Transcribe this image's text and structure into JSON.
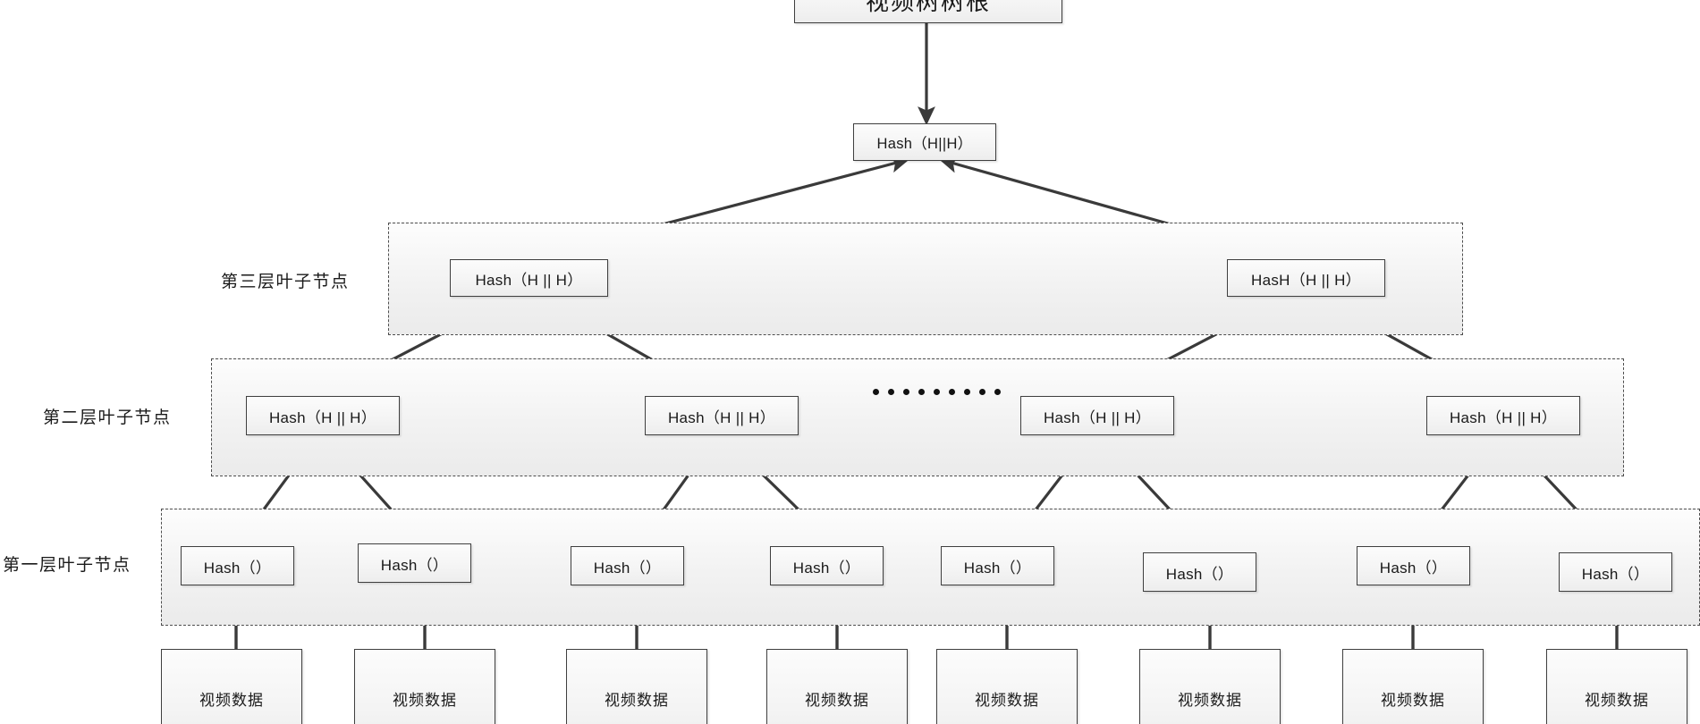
{
  "diagram": {
    "title_text": "视频树树根",
    "root": {
      "label": "视频树树根"
    },
    "top_hash": {
      "label": "Hash（H||H）"
    },
    "layer_labels": {
      "layer3": "第三层叶子节点",
      "layer2": "第二层叶子节点",
      "layer1": "第一层叶子节点"
    },
    "ellipsis": {
      "dot_count": 9,
      "glyph": "·········"
    },
    "layer3_nodes": [
      {
        "label": "Hash（H || H）"
      },
      {
        "label": "HasH（H || H）"
      }
    ],
    "layer2_nodes": [
      {
        "label": "Hash（H || H）"
      },
      {
        "label": "Hash（H || H）"
      },
      {
        "label": "Hash（H || H）"
      },
      {
        "label": "Hash（H || H）"
      }
    ],
    "layer1_nodes": [
      {
        "label": "Hash（）"
      },
      {
        "label": "Hash（）"
      },
      {
        "label": "Hash（）"
      },
      {
        "label": "Hash（）"
      },
      {
        "label": "Hash（）"
      },
      {
        "label": "Hash（）"
      },
      {
        "label": "Hash（）"
      },
      {
        "label": "Hash（）"
      }
    ],
    "video_data_nodes": [
      {
        "label": "视频数据"
      },
      {
        "label": "视频数据"
      },
      {
        "label": "视频数据"
      },
      {
        "label": "视频数据"
      },
      {
        "label": "视频数据"
      },
      {
        "label": "视频数据"
      },
      {
        "label": "视频数据"
      },
      {
        "label": "视频数据"
      }
    ],
    "colors": {
      "node_border": "#3f3f3f",
      "node_fill": "#f4f4f4",
      "group_border": "#4d4d4d",
      "group_fill": "#f1f1f1",
      "arrow": "#3a3a3a",
      "text": "#1a1a1a"
    }
  }
}
